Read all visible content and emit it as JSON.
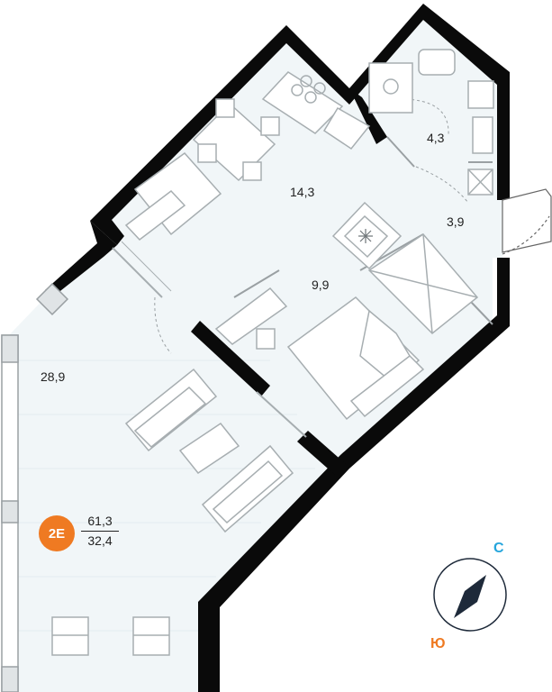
{
  "rooms": [
    {
      "name": "room-area-kitchen",
      "area": "14,3"
    },
    {
      "name": "room-area-bathroom",
      "area": "4,3"
    },
    {
      "name": "room-area-hall",
      "area": "3,9"
    },
    {
      "name": "room-area-bedroom",
      "area": "9,9"
    },
    {
      "name": "room-area-living",
      "area": "28,9"
    }
  ],
  "apartment": {
    "code": "2E",
    "total_area": "61,3",
    "living_area": "32,4"
  },
  "compass": {
    "north": "С",
    "south": "Ю",
    "north_color": "#25a5dc",
    "south_color": "#ef7a22"
  },
  "colors": {
    "wall": "#0a0a0a",
    "floor": "#f1f6f8",
    "badge": "#ef7a22"
  }
}
